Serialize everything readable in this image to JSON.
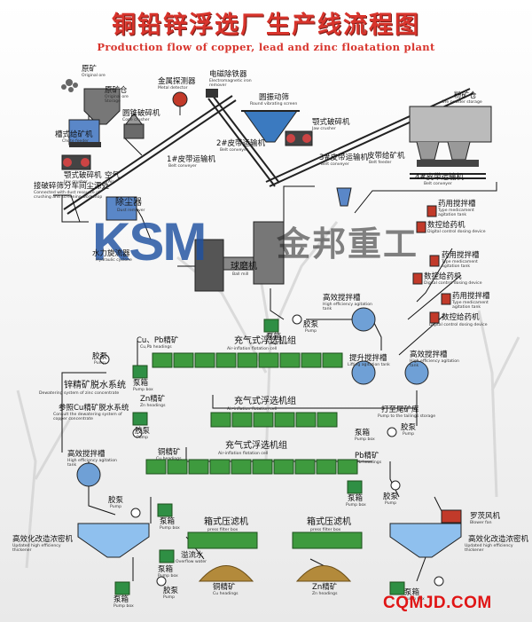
{
  "title": {
    "cn": "铜铅锌浮选厂生产线流程图",
    "en": "Production flow of copper, lead and zinc floatation plant"
  },
  "equipment": {
    "raw_ore": {
      "cn": "原矿",
      "en": "Original ore"
    },
    "ore_bin": {
      "cn": "原矿仓",
      "en": "Original ore Storage"
    },
    "cone_crusher": {
      "cn": "圆锥破碎机",
      "en": "Cone crusher"
    },
    "metal_detector": {
      "cn": "金属探测器",
      "en": "Metal detector"
    },
    "magnetic_remover": {
      "cn": "电磁除铁器",
      "en": "Electromagnetic iron remover"
    },
    "vibrating_screen": {
      "cn": "圆振动筛",
      "en": "Round vibrating screen"
    },
    "jaw_crusher_2": {
      "cn": "颚式破碎机",
      "en": "Jaw crusher"
    },
    "powder_bin": {
      "cn": "粉矿仓",
      "en": "Ore powder storage"
    },
    "chute_feeder": {
      "cn": "槽式给矿机",
      "en": "Chute feeder"
    },
    "jaw_crusher": {
      "cn": "颚式破碎机",
      "en": "Jaw crusher"
    },
    "belt1": {
      "cn": "1#皮带运输机",
      "en": "Belt conveyer"
    },
    "belt2": {
      "cn": "2#皮带运输机",
      "en": "Belt conveyer"
    },
    "belt3": {
      "cn": "3#皮带运输机",
      "en": "Belt conveyer"
    },
    "belt_feeder": {
      "cn": "皮带给矿机",
      "en": "Belt feeder"
    },
    "belt4": {
      "cn": "4#皮带运输机",
      "en": "Belt conveyer"
    },
    "air": {
      "cn": "空气",
      "en": "Air"
    },
    "dust_source": {
      "cn": "接破碎筛分车间尘源处",
      "en": "Connected with dust resource of crushing and screening workshop"
    },
    "dust_remover": {
      "cn": "除尘器",
      "en": "Dust remover"
    },
    "hydrocyclone": {
      "cn": "水力旋流器",
      "en": "Hydraulic cyclone"
    },
    "ball_mill": {
      "cn": "球磨机",
      "en": "Ball mill"
    },
    "pump_box_1": {
      "cn": "泵箱",
      "en": "Pump box"
    },
    "slurry_pump_1": {
      "cn": "胶泵",
      "en": "Pump"
    },
    "agit_tank_1": {
      "cn": "高效搅拌槽",
      "en": "High efficiency agitation tank"
    },
    "reagent_tank_1": {
      "cn": "药用搅拌槽",
      "en": "Type medicament agitation tank"
    },
    "reagent_feeder_1": {
      "cn": "数控给药机",
      "en": "Digital control dosing device"
    },
    "reagent_tank_2": {
      "cn": "药用搅拌槽",
      "en": "Type medicament agitation tank"
    },
    "reagent_feeder_2": {
      "cn": "数控给药机",
      "en": "Digital control dosing device"
    },
    "reagent_tank_3": {
      "cn": "药用搅拌槽",
      "en": "Type medicament agitation tank"
    },
    "reagent_feeder_3": {
      "cn": "数控给药机",
      "en": "Digital control dosing device"
    },
    "cupb_concentrate": {
      "cn": "Cu、Pb精矿",
      "en": "Cu,Pb headings"
    },
    "slurry_pump_2": {
      "cn": "胶泵",
      "en": "Pump"
    },
    "pump_box_2": {
      "cn": "泵箱",
      "en": "Pump box"
    },
    "zn_dewater": {
      "cn": "锌精矿脱水系统",
      "en": "Dewatering system of zinc concentrate"
    },
    "cu_dewater": {
      "cn": "参照Cu精矿脱水系统",
      "en": "Consult the dewatering system of copper concentrate"
    },
    "flot_group_1": {
      "cn": "充气式浮选机组",
      "en": "Air-inflation flotation cell"
    },
    "lift_agit_tank": {
      "cn": "提升搅拌槽",
      "en": "Lifting agitation tank"
    },
    "agit_tank_2": {
      "cn": "高效搅拌槽",
      "en": "High efficiency agitation tank"
    },
    "flot_group_2": {
      "cn": "充气式浮选机组",
      "en": "Air-inflation flotation cell"
    },
    "zn_concentrate": {
      "cn": "Zn精矿",
      "en": "Zn headings"
    },
    "tailings": {
      "cn": "打至尾矿库",
      "en": "Pump to the tailings storage"
    },
    "slurry_pump_3": {
      "cn": "胶泵",
      "en": "Pump"
    },
    "pump_box_3": {
      "cn": "泵箱",
      "en": "Pump box"
    },
    "slurry_pump_4": {
      "cn": "胶泵",
      "en": "Pump"
    },
    "cu_concentrate_line": {
      "cn": "铜精矿",
      "en": "Cu headings"
    },
    "flot_group_3": {
      "cn": "充气式浮选机组",
      "en": "Air-inflation flotation cell"
    },
    "agit_tank_3": {
      "cn": "高效搅拌槽",
      "en": "High efficiency agitation tank"
    },
    "pb_concentrate": {
      "cn": "Pb精矿",
      "en": "Pb headings"
    },
    "pump_box_4": {
      "cn": "泵箱",
      "en": "Pump box"
    },
    "slurry_pump_5": {
      "cn": "胶泵",
      "en": "Pump"
    },
    "slurry_pump_6": {
      "cn": "胶泵",
      "en": "Pump"
    },
    "pump_box_5": {
      "cn": "泵箱",
      "en": "Pump box"
    },
    "roots_blower": {
      "cn": "罗茨风机",
      "en": "Blower fan"
    },
    "thickener_left": {
      "cn": "高效化改造浓密机",
      "en": "Updated high efficiency thickener"
    },
    "filter_press_left": {
      "cn": "箱式压滤机",
      "en": "press filter box"
    },
    "filter_press_right": {
      "cn": "箱式压滤机",
      "en": "press filter box"
    },
    "thickener_right": {
      "cn": "高效化改造浓密机",
      "en": "Updated high efficiency thickener"
    },
    "overflow_water": {
      "cn": "溢流水",
      "en": "Overflow water"
    },
    "cu_concentrate": {
      "cn": "铜精矿",
      "en": "Cu headings"
    },
    "zn_concentrate_final": {
      "cn": "Zn精矿",
      "en": "Zn headings"
    },
    "pump_box_6": {
      "cn": "泵箱",
      "en": "Pump box"
    },
    "slurry_pump_7": {
      "cn": "胶泵",
      "en": "Pump"
    },
    "pump_box_7": {
      "cn": "泵箱",
      "en": "Pump box"
    },
    "pump_box_8": {
      "cn": "泵箱",
      "en": "Pump box"
    }
  },
  "watermark": {
    "brand": "KSM",
    "cn": "金邦重工"
  },
  "website": "CQMJD.COM",
  "colors": {
    "title_red": "#d8342c",
    "flotation_green": "#3e9a3e",
    "pump_green": "#2f8f44",
    "reagent_red": "#c23a2a",
    "watermark_blue": "#1e50a0",
    "line_black": "#111111"
  }
}
